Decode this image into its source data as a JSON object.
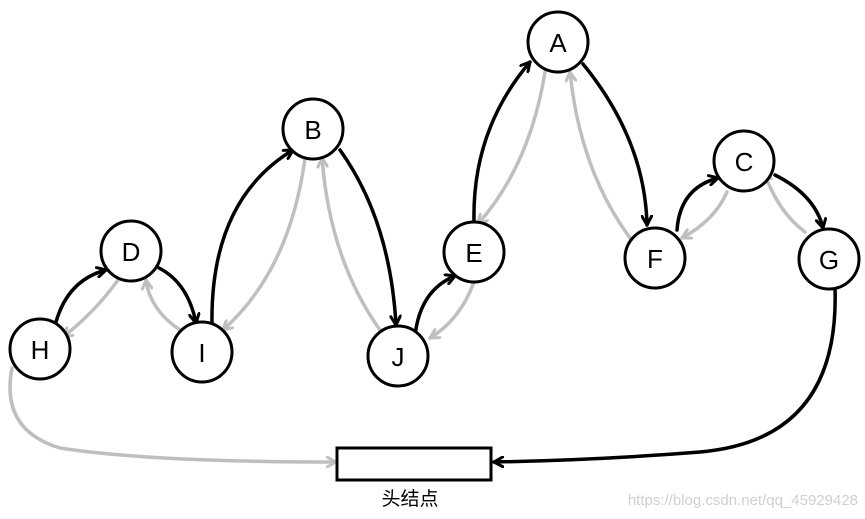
{
  "nodes": {
    "A": "A",
    "B": "B",
    "C": "C",
    "D": "D",
    "E": "E",
    "F": "F",
    "G": "G",
    "H": "H",
    "I": "I",
    "J": "J"
  },
  "head_node": {
    "label": "头结点"
  },
  "watermark": "https://blog.csdn.net/qq_45929428",
  "colors": {
    "forward": "#000000",
    "backward": "#bfbfbf"
  }
}
